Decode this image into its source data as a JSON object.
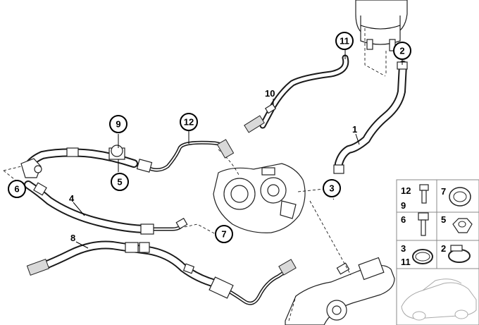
{
  "callouts": {
    "c1": "1",
    "c2": "2",
    "c3": "3",
    "c4": "4",
    "c5": "5",
    "c6": "6",
    "c7": "7",
    "c8": "8",
    "c9": "9",
    "c10": "10",
    "c11": "11",
    "c12": "12"
  },
  "legend": {
    "row1_left": "12",
    "row1_left2": "9",
    "row1_right": "7",
    "row2_left": "6",
    "row2_right": "5",
    "row3_left": "3",
    "row3_left2": "11",
    "row3_right": "2"
  }
}
